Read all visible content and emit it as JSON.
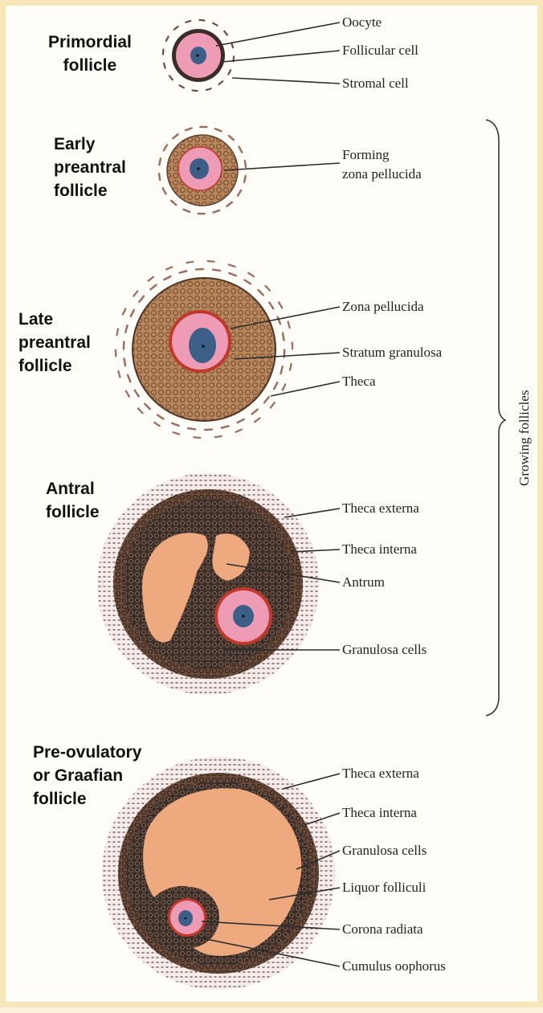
{
  "follicles": [
    {
      "title": "Primordial\nfollicle",
      "labels": [
        "Oocyte",
        "Follicular cell",
        "Stromal cell"
      ]
    },
    {
      "title": "Early\npreantral\nfollicle",
      "labels": [
        "Forming\nzona pellucida"
      ]
    },
    {
      "title": "Late\npreantral\nfollicle",
      "labels": [
        "Zona pellucida",
        "Stratum granulosa",
        "Theca"
      ]
    },
    {
      "title": "Antral\nfollicle",
      "labels": [
        "Theca externa",
        "Theca interna",
        "Antrum",
        "Granulosa cells"
      ]
    },
    {
      "title": "Pre-ovulatory\nor Graafian\nfollicle",
      "labels": [
        "Theca externa",
        "Theca interna",
        "Granulosa cells",
        "Liquor folliculi",
        "Corona radiata",
        "Cumulus oophorus"
      ]
    }
  ],
  "bracket_label": "Growing follicles",
  "colors": {
    "granulosa": "#b8865a",
    "granulosa_dark": "#2e2420",
    "antrum": "#eeaa7e",
    "zona": "#ee9bb6",
    "zona_rim": "#c0392b",
    "nucleus": "#3c5f88",
    "theca": "#9a6a5a",
    "line": "#2b2b2b",
    "background": "#fffdf8",
    "frame": "#f7e6b8"
  }
}
